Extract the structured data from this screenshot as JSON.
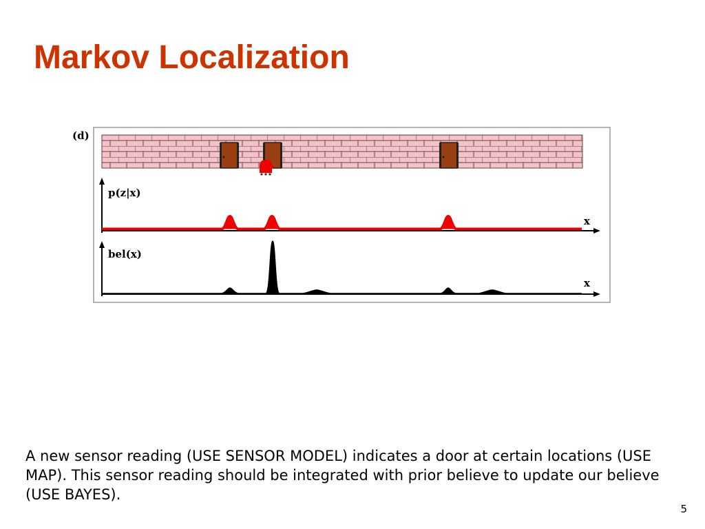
{
  "slide": {
    "title": "Markov Localization",
    "body": "A new sensor reading (USE SENSOR MODEL) indicates a door at certain locations (USE MAP). This sensor reading should be integrated with prior believe to update our believe (USE BAYES).",
    "page_number": "5"
  },
  "figure": {
    "panel_label": "(d)",
    "doors": [
      "door",
      "door",
      "door"
    ],
    "sensor_plot": {
      "ylabel": "p(z|x)",
      "xlabel": "x",
      "color": "#ee0000",
      "peaks": [
        "door-1",
        "door-2",
        "door-3"
      ]
    },
    "belief_plot": {
      "ylabel": "bel(x)",
      "xlabel": "x",
      "color": "#000000"
    },
    "colors": {
      "wall": "#f4c2c8",
      "brick_line": "#7a5a5a",
      "door": "#9a3f12",
      "robot": "#ee0000",
      "frame": "#999999"
    },
    "icons": [
      "robot-icon"
    ]
  }
}
